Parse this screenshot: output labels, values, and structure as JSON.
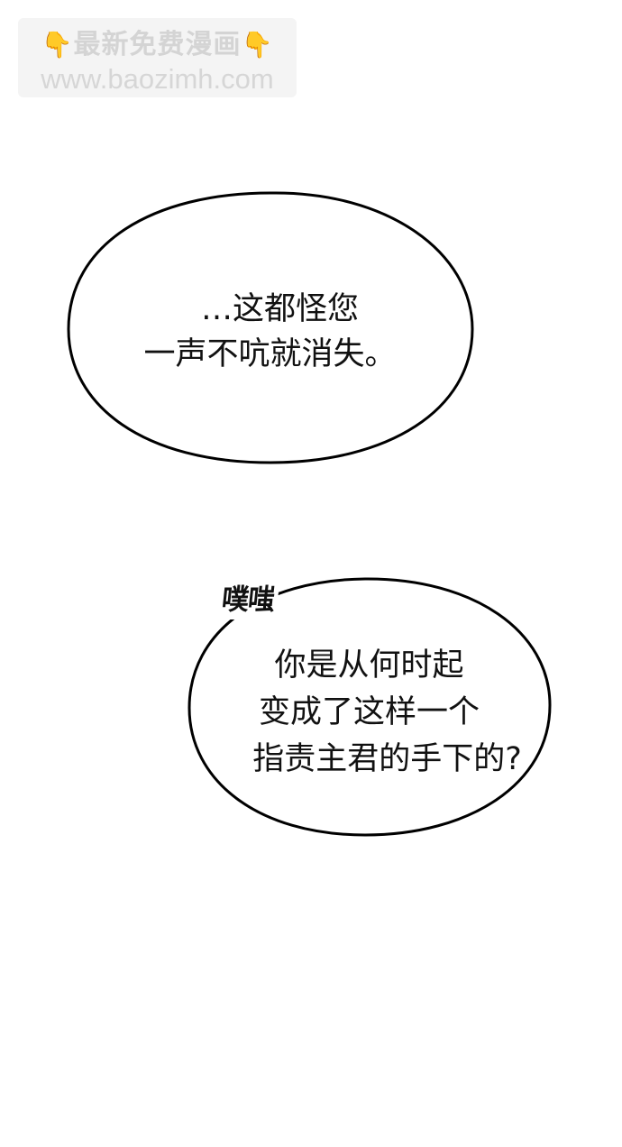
{
  "watermark": {
    "line1": "最新免费漫画",
    "line2": "www.baozimh.com",
    "icon_left": "pointing-down-hand-icon",
    "icon_right": "pointing-down-hand-icon",
    "icon_glyph": "👇",
    "text_color": "#d4d4d4",
    "background": "#f4f4f4",
    "icon_color": "#f5b820"
  },
  "bubble1": {
    "lines": [
      "…这都怪您",
      "一声不吭就消失。"
    ]
  },
  "bubble2": {
    "sfx": "噗嗤",
    "lines": [
      "你是从何时起",
      "变成了这样一个",
      "指责主君的手下的?"
    ]
  },
  "colors": {
    "background": "#ffffff",
    "outline": "#000000",
    "text": "#111111"
  }
}
